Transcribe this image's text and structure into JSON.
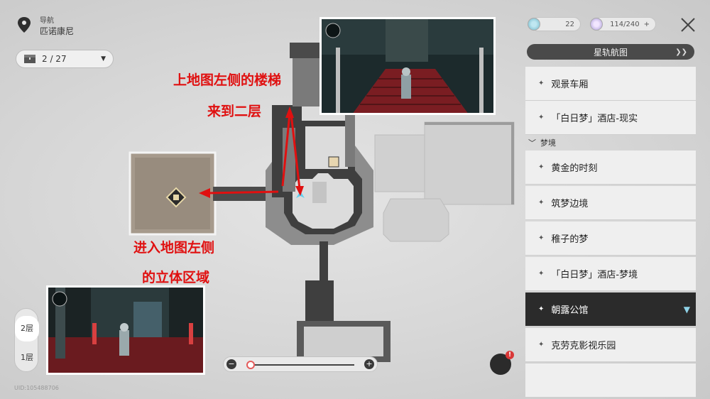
{
  "nav": {
    "label": "导航",
    "location": "匹诺康尼"
  },
  "chest_counter": {
    "value": "2 / 27"
  },
  "resources": [
    {
      "value": "22"
    },
    {
      "value": "114/240"
    }
  ],
  "panel": {
    "title": "星轨航图"
  },
  "list": [
    {
      "label": "观景车厢",
      "type": "row"
    },
    {
      "label": "「白日梦」酒店-现实",
      "type": "row"
    },
    {
      "label": "梦境",
      "type": "section"
    },
    {
      "label": "黄金的时刻",
      "type": "row"
    },
    {
      "label": "筑梦边境",
      "type": "row"
    },
    {
      "label": "稚子的梦",
      "type": "row"
    },
    {
      "label": "「白日梦」酒店-梦境",
      "type": "row"
    },
    {
      "label": "朝露公馆",
      "type": "row",
      "active": true
    },
    {
      "label": "克劳克影视乐园",
      "type": "row"
    }
  ],
  "floors": {
    "top": "2层",
    "bottom": "1层",
    "active": "2层"
  },
  "zoom": {
    "level": 0.1
  },
  "uid": "UID:105488706",
  "notes": {
    "top_line1": "上地图左侧的楼梯",
    "top_line2": "来到二层",
    "bottom_line1": "进入地图左侧",
    "bottom_line2": "的立体区域"
  },
  "accent": {
    "annotation": "#e01010",
    "active_row": "#2b2b2b",
    "highlight": "#8fd3e8"
  },
  "icons": [
    "map-pin-icon",
    "chest-icon",
    "close-icon",
    "alert-icon",
    "puzzle-icon"
  ]
}
